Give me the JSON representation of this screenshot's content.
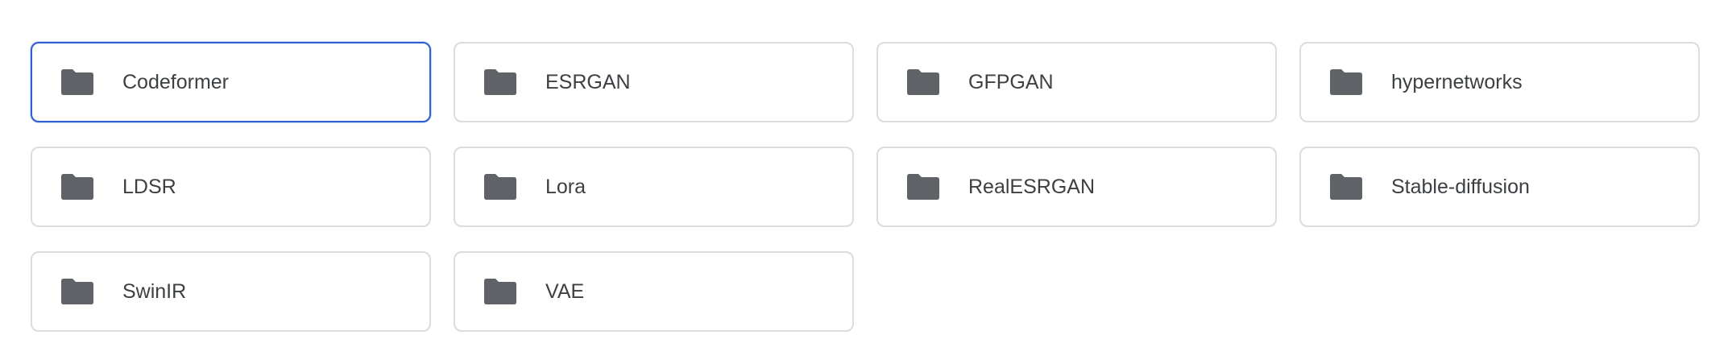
{
  "folders": [
    {
      "label": "Codeformer",
      "selected": true
    },
    {
      "label": "ESRGAN",
      "selected": false
    },
    {
      "label": "GFPGAN",
      "selected": false
    },
    {
      "label": "hypernetworks",
      "selected": false
    },
    {
      "label": "LDSR",
      "selected": false
    },
    {
      "label": "Lora",
      "selected": false
    },
    {
      "label": "RealESRGAN",
      "selected": false
    },
    {
      "label": "Stable-diffusion",
      "selected": false
    },
    {
      "label": "SwinIR",
      "selected": false
    },
    {
      "label": "VAE",
      "selected": false
    }
  ],
  "colors": {
    "icon": "#5f6368",
    "text": "#3c4043",
    "border": "#dadce0",
    "selected_border": "#2f5fd0"
  },
  "icons": {
    "folder": "folder-icon"
  }
}
